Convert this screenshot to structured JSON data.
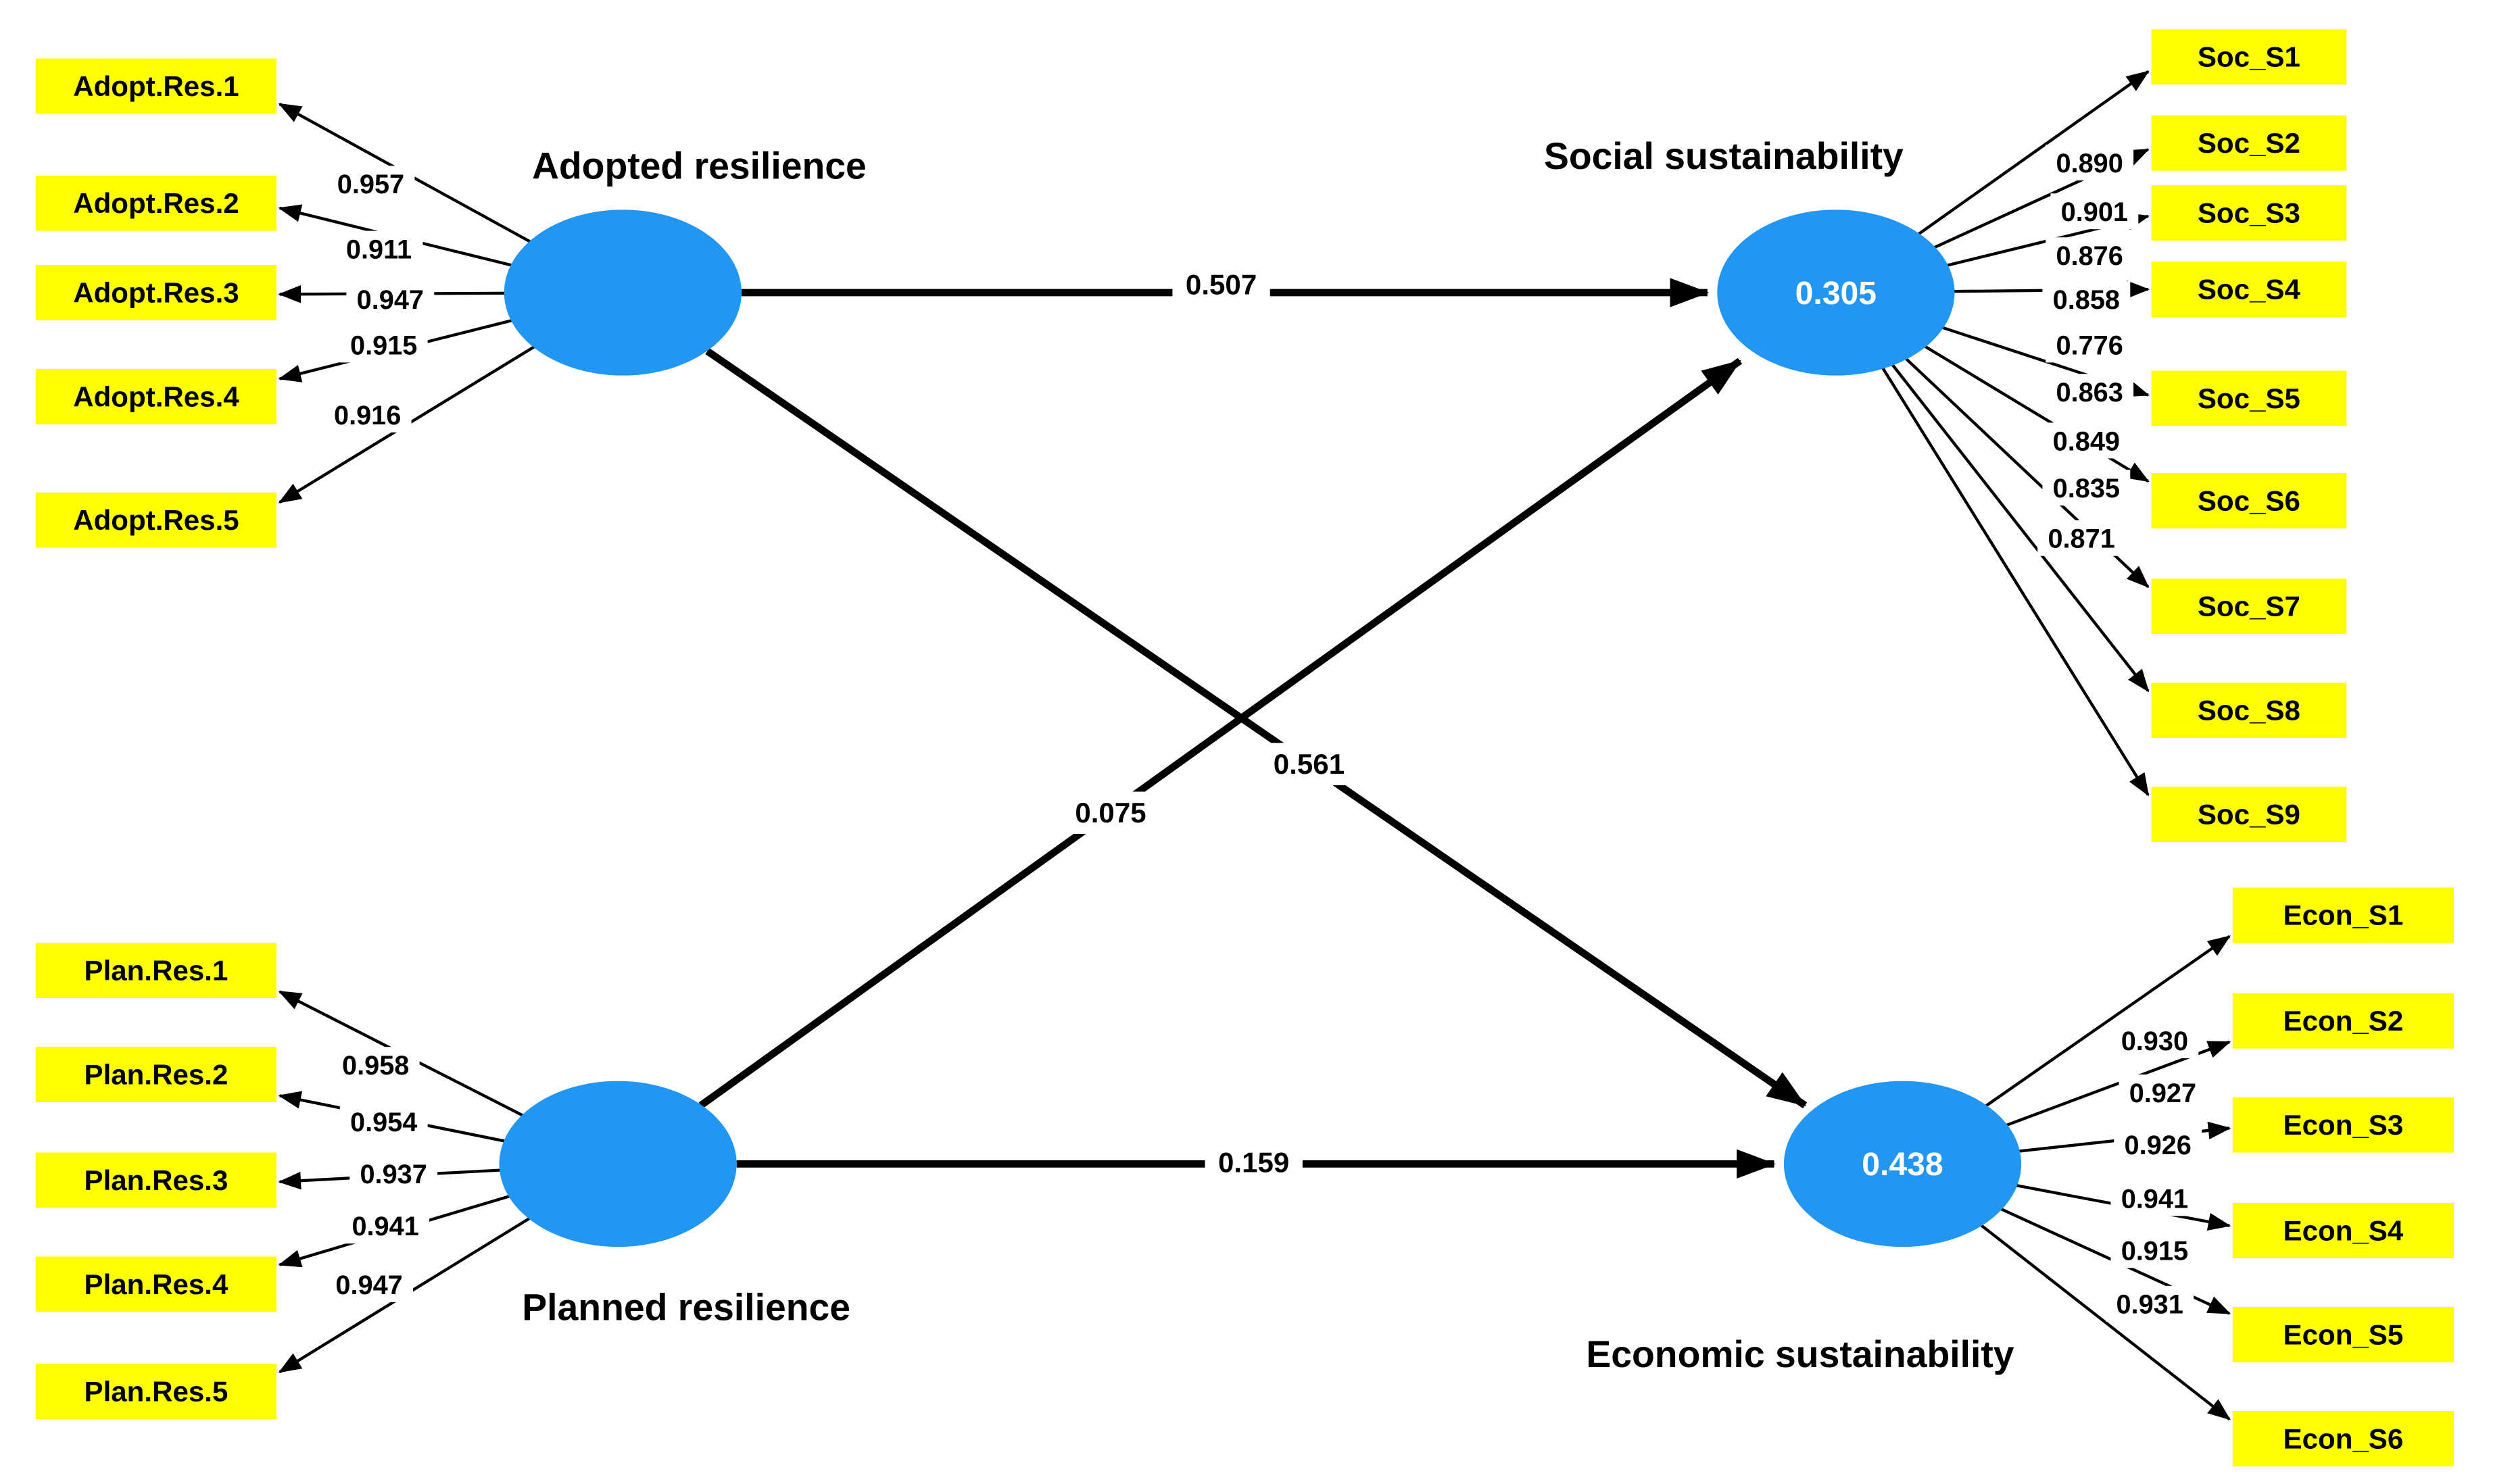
{
  "colors": {
    "construct_fill": "#2196f3",
    "indicator_fill": "#ffff00",
    "line": "#000000",
    "text": "#000000",
    "construct_value_text": "#ffffff",
    "background": "#ffffff"
  },
  "constructs": {
    "adopted": {
      "label": "Adopted resilience"
    },
    "planned": {
      "label": "Planned resilience"
    },
    "social": {
      "label": "Social sustainability",
      "r_squared": "0.305"
    },
    "economic": {
      "label": "Economic sustainability",
      "r_squared": "0.438"
    }
  },
  "indicators": {
    "adopted": [
      {
        "label": "Adopt.Res.1",
        "loading": "0.957"
      },
      {
        "label": "Adopt.Res.2",
        "loading": "0.911"
      },
      {
        "label": "Adopt.Res.3",
        "loading": "0.947"
      },
      {
        "label": "Adopt.Res.4",
        "loading": "0.915"
      },
      {
        "label": "Adopt.Res.5",
        "loading": "0.916"
      }
    ],
    "planned": [
      {
        "label": "Plan.Res.1",
        "loading": "0.958"
      },
      {
        "label": "Plan.Res.2",
        "loading": "0.954"
      },
      {
        "label": "Plan.Res.3",
        "loading": "0.937"
      },
      {
        "label": "Plan.Res.4",
        "loading": "0.941"
      },
      {
        "label": "Plan.Res.5",
        "loading": "0.947"
      }
    ],
    "social": [
      {
        "label": "Soc_S1",
        "loading": "0.890"
      },
      {
        "label": "Soc_S2",
        "loading": "0.901"
      },
      {
        "label": "Soc_S3",
        "loading": "0.876"
      },
      {
        "label": "Soc_S4",
        "loading": "0.858"
      },
      {
        "label": "Soc_S5",
        "loading": "0.776"
      },
      {
        "label": "Soc_S6",
        "loading": "0.863"
      },
      {
        "label": "Soc_S7",
        "loading": "0.849"
      },
      {
        "label": "Soc_S8",
        "loading": "0.835"
      },
      {
        "label": "Soc_S9",
        "loading": "0.871"
      }
    ],
    "economic": [
      {
        "label": "Econ_S1",
        "loading": "0.930"
      },
      {
        "label": "Econ_S2",
        "loading": "0.927"
      },
      {
        "label": "Econ_S3",
        "loading": "0.926"
      },
      {
        "label": "Econ_S4",
        "loading": "0.941"
      },
      {
        "label": "Econ_S5",
        "loading": "0.915"
      },
      {
        "label": "Econ_S6",
        "loading": "0.931"
      }
    ]
  },
  "paths": [
    {
      "from": "Adopted resilience",
      "to": "Social sustainability",
      "coefficient": "0.507"
    },
    {
      "from": "Adopted resilience",
      "to": "Economic sustainability",
      "coefficient": "0.561"
    },
    {
      "from": "Planned resilience",
      "to": "Social sustainability",
      "coefficient": "0.075"
    },
    {
      "from": "Planned resilience",
      "to": "Economic sustainability",
      "coefficient": "0.159"
    }
  ]
}
